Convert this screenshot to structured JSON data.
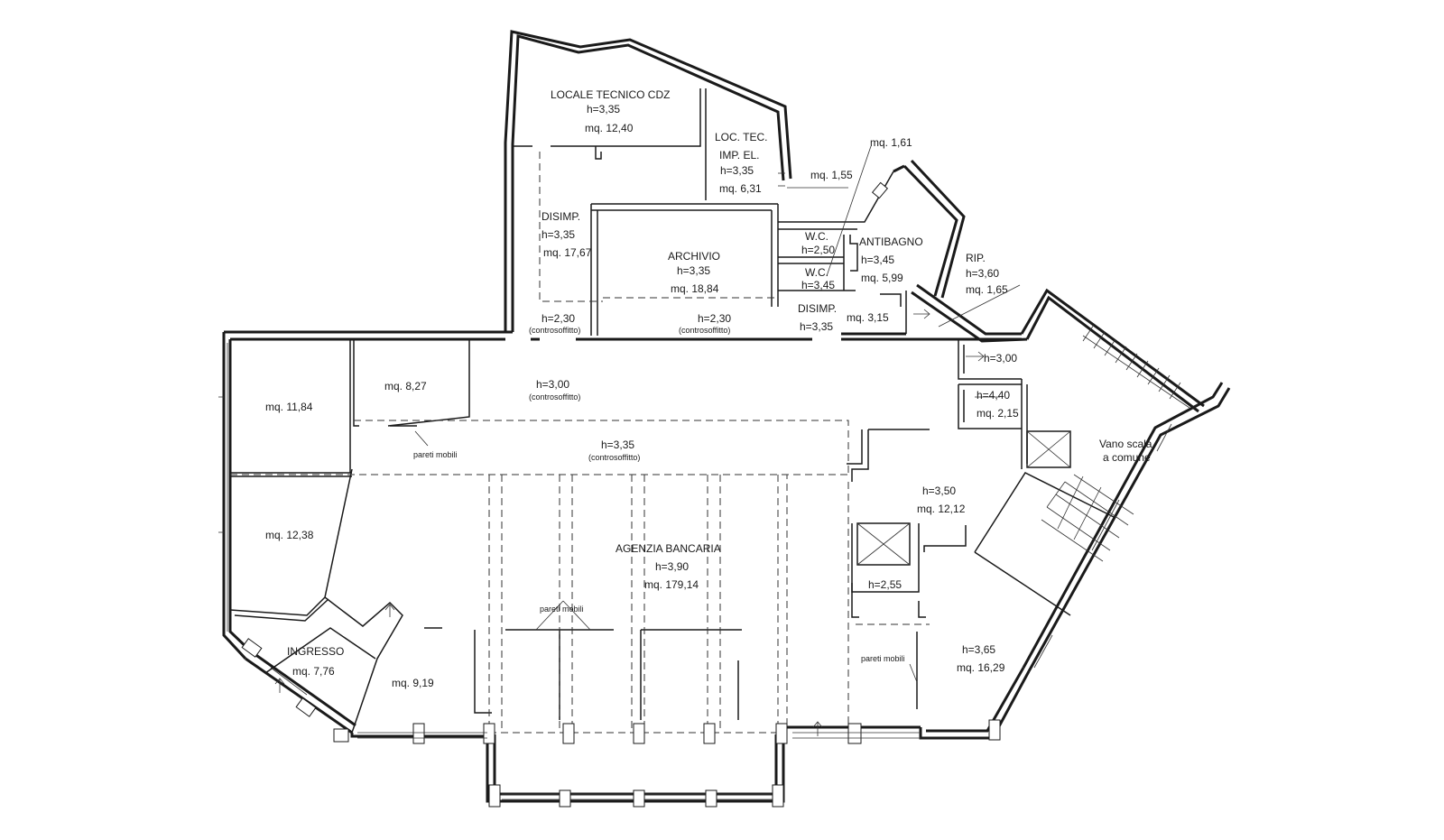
{
  "rooms": {
    "locale_tecnico": {
      "name": "LOCALE TECNICO CDZ",
      "h": "h=3,35",
      "area": "mq. 12,40"
    },
    "loc_tec_imp": {
      "name1": "LOC. TEC.",
      "name2": "IMP. EL.",
      "h": "h=3,35",
      "area": "mq. 6,31"
    },
    "disimp_left": {
      "name": "DISIMP.",
      "h": "h=3,35",
      "area": "mq. 17,67",
      "h_low": "h=2,30",
      "note": "(controsoffitto)"
    },
    "archivio": {
      "name": "ARCHIVIO",
      "h": "h=3,35",
      "area": "mq. 18,84",
      "h_low": "h=2,30",
      "note": "(controsoffitto)"
    },
    "wc_top": {
      "name": "W.C.",
      "h": "h=2,50",
      "area_callout": "mq. 1,55"
    },
    "wc_bottom": {
      "name": "W.C.",
      "h": "h=3,45",
      "area_callout": "mq. 1,61"
    },
    "antibagno": {
      "name": "ANTIBAGNO",
      "h": "h=3,45",
      "area": "mq. 5,99"
    },
    "disimp_right": {
      "name": "DISIMP.",
      "h": "h=3,35",
      "area": "mq. 3,15"
    },
    "rip": {
      "name": "RIP.",
      "h": "h=3,60",
      "area": "mq. 1,65"
    },
    "small_h300": {
      "h": "h=3,00"
    },
    "small_h440": {
      "h": "h=4,40",
      "area": "mq. 2,15"
    },
    "vano_scala": {
      "line1": "Vano scala",
      "line2": "a comune"
    },
    "office_1184": {
      "area": "mq. 11,84"
    },
    "office_827": {
      "area": "mq. 8,27"
    },
    "hall_h300": {
      "h": "h=3,00",
      "note": "(controsoffitto)"
    },
    "pareti_mobili_1": {
      "text": "pareti mobili"
    },
    "hall_h335": {
      "h": "h=3,35",
      "note": "(controsoffitto)"
    },
    "office_1238": {
      "area": "mq. 12,38"
    },
    "agenzia": {
      "name": "AGENZIA BANCARIA",
      "h": "h=3,90",
      "area": "mq. 179,14"
    },
    "pareti_mobili_2": {
      "text": "pareti mobili"
    },
    "ingresso": {
      "name": "INGRESSO",
      "area": "mq. 7,76"
    },
    "office_919": {
      "area": "mq. 9,19"
    },
    "room_1212": {
      "h": "h=3,50",
      "area": "mq. 12,12"
    },
    "lift_h255": {
      "h": "h=2,55"
    },
    "pareti_mobili_3": {
      "text": "pareti mobili"
    },
    "room_1629": {
      "h": "h=3,65",
      "area": "mq. 16,29"
    }
  }
}
